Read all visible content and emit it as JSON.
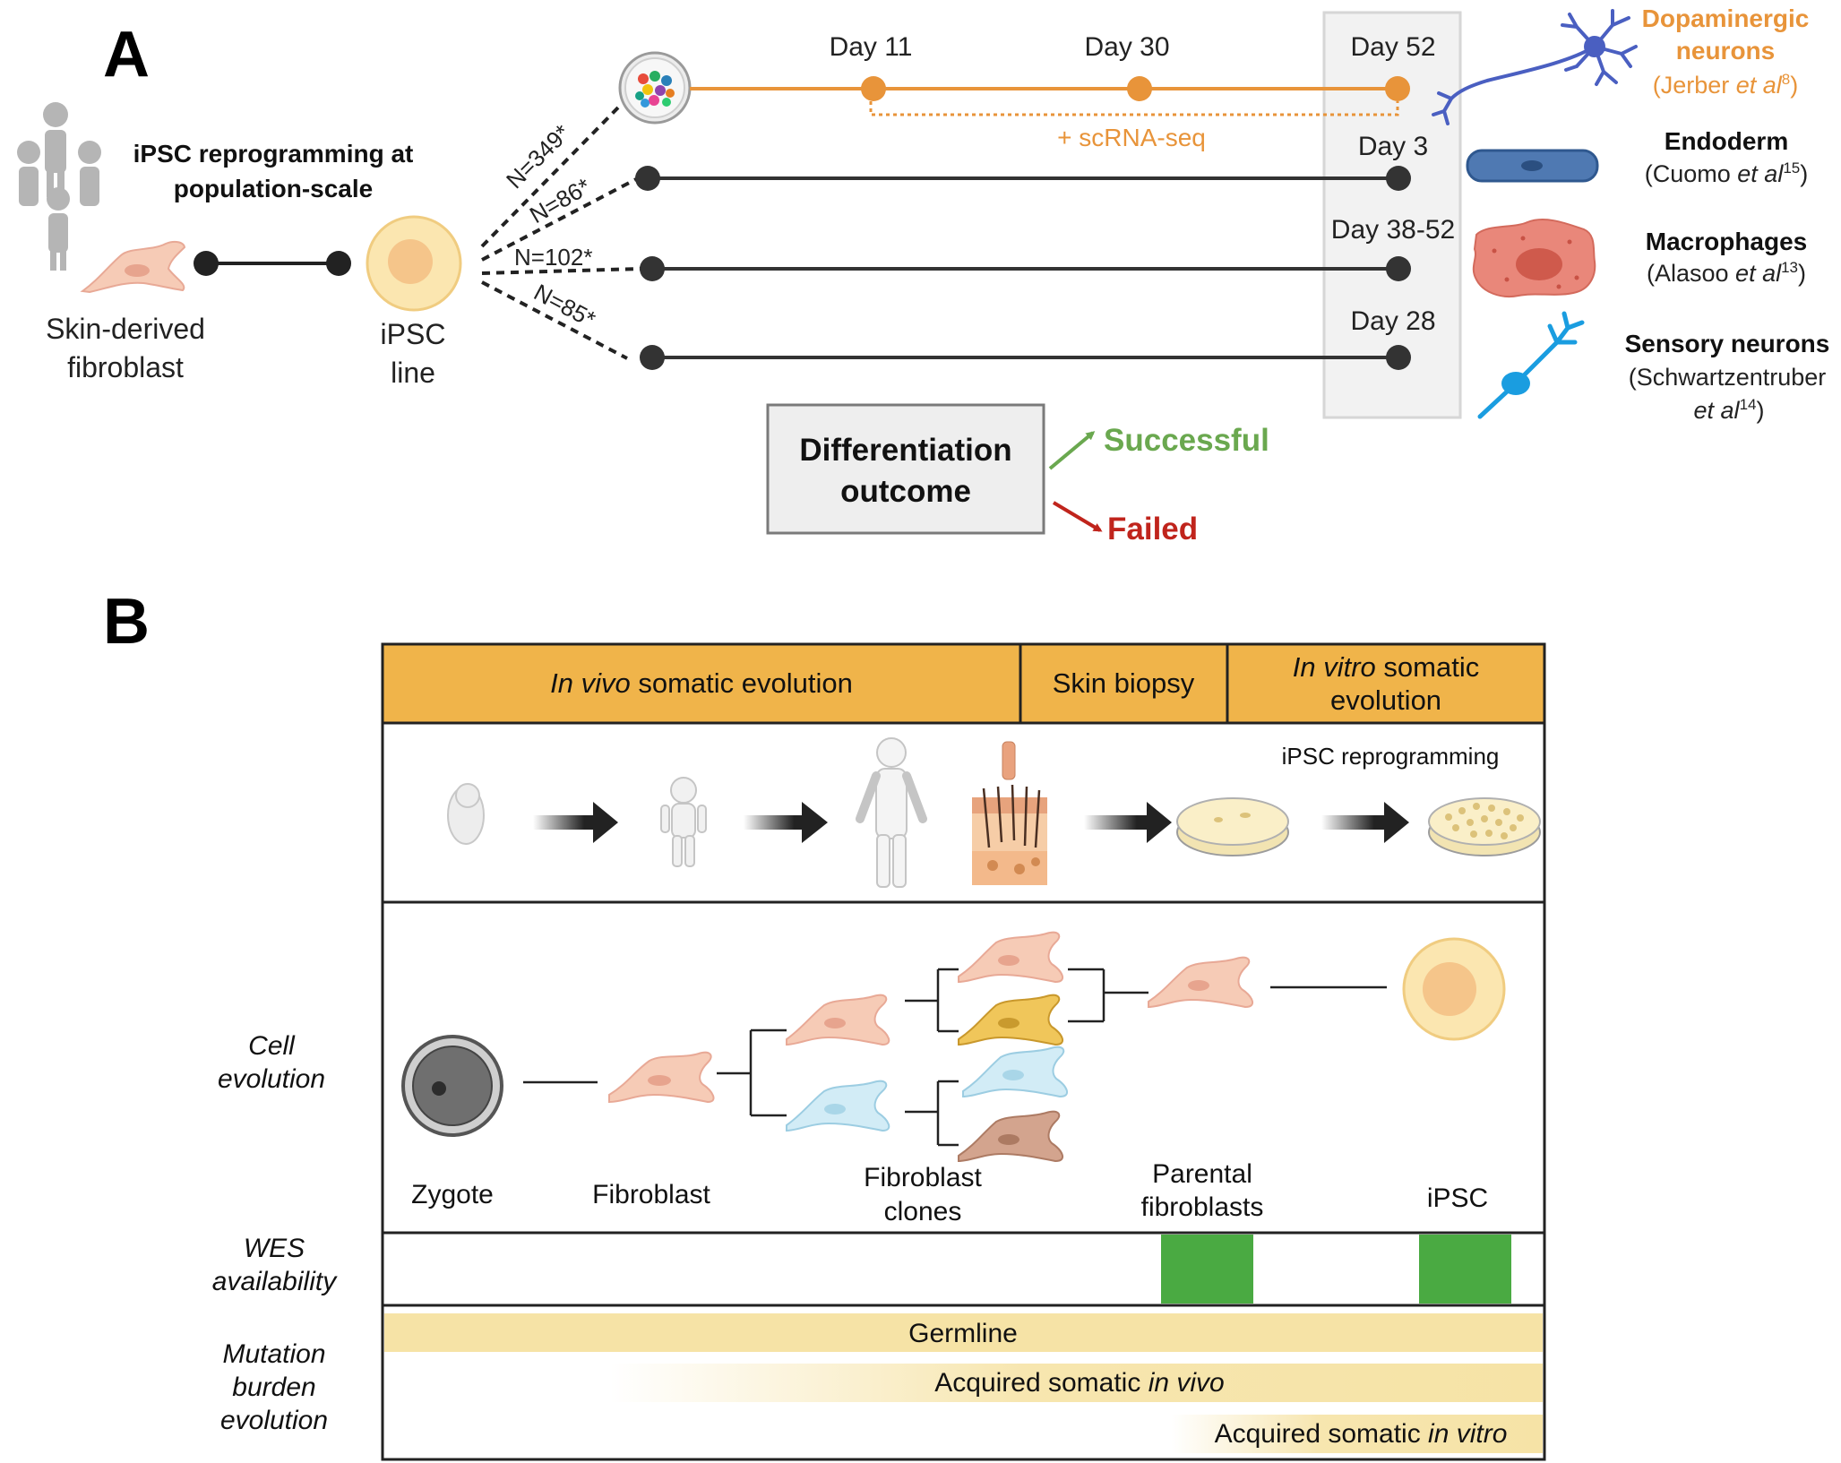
{
  "panel_a": {
    "label": "A",
    "title_line1": "iPSC reprogramming at",
    "title_line2": "population-scale",
    "fibroblast_line1": "Skin-derived",
    "fibroblast_line2": "fibroblast",
    "ipsc_line1": "iPSC",
    "ipsc_line2": "line",
    "branches": [
      {
        "n_label": "N=349*",
        "days": [
          {
            "label": "Day 11"
          },
          {
            "label": "Day 30"
          },
          {
            "label": "Day 52"
          }
        ],
        "extra": "+ scRNA-seq",
        "cell_name_line1": "Dopaminergic",
        "cell_name_line2": "neurons",
        "ref_prefix": "(Jerber ",
        "ref_italic": "et al",
        "ref_sup": "8",
        "ref_suffix": ")"
      },
      {
        "n_label": "N=86*",
        "day": "Day 3",
        "cell_name": "Endoderm",
        "ref_prefix": "(Cuomo ",
        "ref_italic": "et al",
        "ref_sup": "15",
        "ref_suffix": ")"
      },
      {
        "n_label": "N=102*",
        "day": "Day 38-52",
        "cell_name": "Macrophages",
        "ref_prefix": "(Alasoo ",
        "ref_italic": "et al",
        "ref_sup": "13",
        "ref_suffix": ")"
      },
      {
        "n_label": "N=85*",
        "day": "Day 28",
        "cell_name": "Sensory neurons",
        "ref_line1": "(Schwartzentruber",
        "ref_italic": "et al",
        "ref_sup": "14",
        "ref_suffix": ")"
      }
    ],
    "outcome_line1": "Differentiation",
    "outcome_line2": "outcome",
    "successful": "Successful",
    "failed": "Failed",
    "colors": {
      "orange": "#e8943a",
      "green": "#6aa84f",
      "red": "#c0241c",
      "dark": "#333333"
    }
  },
  "panel_b": {
    "label": "B",
    "header": {
      "col1_italic": "In vivo",
      "col1_rest": " somatic evolution",
      "col2": "Skin biopsy",
      "col3_italic": "In vitro",
      "col3_rest": " somatic",
      "col3_line2": "evolution"
    },
    "reprogramming_label": "iPSC reprogramming",
    "row_labels": {
      "cell_evolution_line1": "Cell",
      "cell_evolution_line2": "evolution",
      "wes_line1": "WES",
      "wes_line2": "availability",
      "mut_line1": "Mutation",
      "mut_line2": "burden",
      "mut_line3": "evolution"
    },
    "cells": {
      "zygote": "Zygote",
      "fibroblast": "Fibroblast",
      "clones_line1": "Fibroblast",
      "clones_line2": "clones",
      "parental_line1": "Parental",
      "parental_line2": "fibroblasts",
      "ipsc": "iPSC"
    },
    "wes_available": [
      "Parental fibroblasts",
      "iPSC"
    ],
    "mutation_bars": {
      "germline": "Germline",
      "vivo_prefix": "Acquired somatic ",
      "vivo_italic": "in vivo",
      "vitro_prefix": "Acquired somatic ",
      "vitro_italic": "in vitro"
    },
    "colors": {
      "header": "#f0b44a",
      "wes": "#4aaa42",
      "bar": "#f6e3a6"
    }
  }
}
